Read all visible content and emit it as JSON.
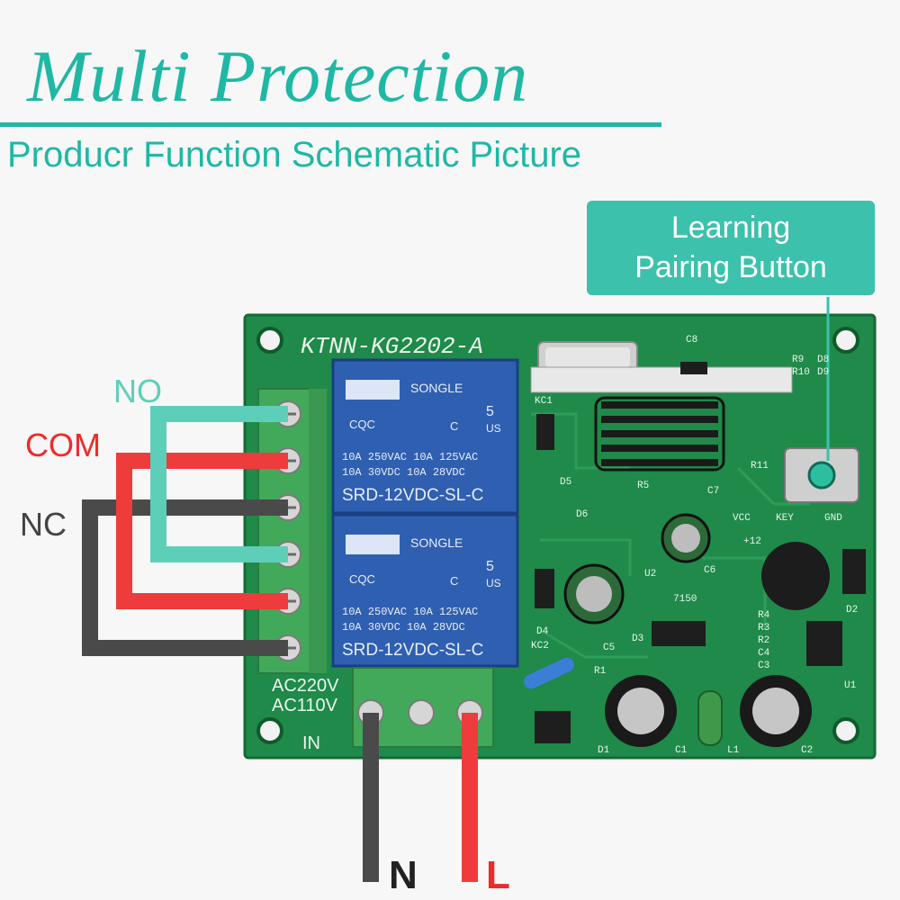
{
  "header": {
    "title": "Multi Protection",
    "subtitle": "Producr Function Schematic Picture"
  },
  "callout": {
    "line1": "Learning",
    "line2": "Pairing Button"
  },
  "wire_labels": {
    "no": "NO",
    "com": "COM",
    "nc": "NC",
    "n": "N",
    "l": "L"
  },
  "board": {
    "model": "KTNN-KG2202-A",
    "relay_brand": "SONGLE",
    "relay_cert_cqc": "CQC",
    "relay_cert_c": "C",
    "relay_cert_us": "US",
    "relay_cert_5": "5",
    "relay_line1": "10A 250VAC  10A 125VAC",
    "relay_line2": "10A  30VDC  10A  28VDC",
    "relay_model": "SRD-12VDC-SL-C",
    "ac1": "AC220V",
    "ac2": "AC110V",
    "in": "IN",
    "key": "KEY",
    "gnd": "GND",
    "vcc": "VCC",
    "plus12": "+12",
    "silk": [
      "KC1",
      "D5",
      "R5",
      "C7",
      "D6",
      "R11",
      "D4",
      "KC2",
      "D3",
      "C5",
      "U2",
      "C6",
      "D2",
      "R4",
      "R3",
      "R2",
      "C4",
      "C3",
      "U1",
      "R1",
      "D1",
      "C1",
      "L1",
      "C2",
      "R9",
      "R10",
      "D8",
      "D9",
      "C8",
      "7150"
    ]
  },
  "colors": {
    "teal": "#1fb8a4",
    "callout_bg": "#3cc1ac",
    "wire_no": "#5dcfb9",
    "wire_com": "#ee3b3b",
    "wire_nc": "#4a4a4a",
    "pcb": "#1f8a4a",
    "relay": "#2f5fb0"
  }
}
